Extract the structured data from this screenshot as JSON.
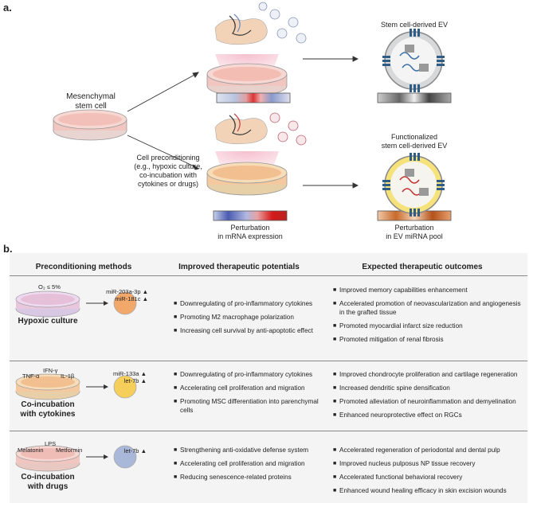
{
  "panel_a": {
    "label": "a.",
    "msc_label": "Mesenchymal\nstem cell",
    "precond_label": "Cell preconditioning\n(e.g., hypoxic culture,\nco-incubation with\ncytokines or drugs)",
    "ev_top_label": "Stem cell-derived EV",
    "ev_bottom_label": "Functionalized\nstem cell-derived EV",
    "perturb_mrna": "Perturbation\nin mRNA expression",
    "perturb_mirna": "Perturbation\nin EV miRNA pool"
  },
  "panel_b": {
    "label": "b.",
    "headers": {
      "methods": "Preconditioning methods",
      "potentials": "Improved therapeutic potentials",
      "outcomes": "Expected therapeutic outcomes"
    },
    "rows": [
      {
        "title": "Hypoxic culture",
        "condition": "O₂ ≤ 5%",
        "mirnas": [
          "miR-203a-3p ▲",
          "miR-181c ▲"
        ],
        "potentials": [
          "Downregulating of pro-inflammatory cytokines",
          "Promoting M2 macrophage polarization",
          "Increasing cell survival by anti-apoptotic effect"
        ],
        "outcomes": [
          "Improved memory capabilities enhancement",
          "Accelerated promotion of neovascularization and angiogenesis in the grafted tissue",
          "Promoted myocardial infarct size reduction",
          "Promoted mitigation of renal fibrosis"
        ]
      },
      {
        "title": "Co-incubation\nwith cytokines",
        "condition_items": [
          "TNF-α",
          "IFN-γ",
          "IL-1β"
        ],
        "mirnas": [
          "miR-133a ▲",
          "let-7b ▲"
        ],
        "potentials": [
          "Downregulating of pro-inflammatory cytokines",
          "Accelerating cell proliferation and migration",
          "Promoting MSC differentiation into parenchymal cells"
        ],
        "outcomes": [
          "Improved chondrocyte proliferation and cartilage regeneration",
          "Increased dendritic spine densification",
          "Promoted alleviation of neuroinflammation and demyelination",
          "Enhanced neuroprotective effect on RGCs"
        ]
      },
      {
        "title": "Co-incubation\nwith drugs",
        "condition_items": [
          "Melatonin",
          "LPS",
          "Metformin"
        ],
        "mirnas": [
          "let-7b ▲"
        ],
        "potentials": [
          "Strengthening anti-oxidative defense system",
          "Accelerating cell proliferation and migration",
          "Reducing senescence-related proteins"
        ],
        "outcomes": [
          "Accelerated regeneration of periodontal and dental pulp",
          "Improved nucleus pulposus NP tissue recovery",
          "Accelerated functional behavioral recovery",
          "Enhanced wound healing efficacy in skin excision wounds"
        ]
      }
    ]
  },
  "colors": {
    "dish_pink": "#f2c6c0",
    "dish_orange": "#f5c9a0",
    "ev_orange": "#f3a86b",
    "ev_yellow": "#f6cf5a",
    "ev_blue": "#a9b7d8",
    "receptor_blue": "#2f5d86"
  }
}
